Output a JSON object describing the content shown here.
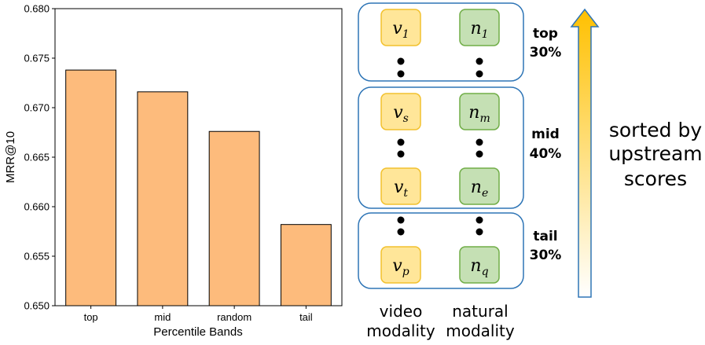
{
  "chart_data": {
    "type": "bar",
    "categories": [
      "top",
      "mid",
      "random",
      "tail"
    ],
    "values": [
      0.6738,
      0.6716,
      0.6676,
      0.6582
    ],
    "xlabel": "Percentile Bands",
    "ylabel": "MRR@10",
    "ylim": [
      0.65,
      0.68
    ],
    "yticks": [
      "0.650",
      "0.655",
      "0.660",
      "0.665",
      "0.670",
      "0.675",
      "0.680"
    ],
    "grid": false,
    "bar_color": "#FDBB7C",
    "bar_edge_color": "#000000"
  },
  "diagram": {
    "groups": [
      {
        "line1": "top",
        "line2": "30%"
      },
      {
        "line1": "mid",
        "line2": "40%"
      },
      {
        "line1": "tail",
        "line2": "30%"
      }
    ],
    "tokens": {
      "video": [
        {
          "base": "v",
          "sub": "1"
        },
        {
          "base": "v",
          "sub": "s"
        },
        {
          "base": "v",
          "sub": "t"
        },
        {
          "base": "v",
          "sub": "p"
        }
      ],
      "natural": [
        {
          "base": "n",
          "sub": "1"
        },
        {
          "base": "n",
          "sub": "m"
        },
        {
          "base": "n",
          "sub": "e"
        },
        {
          "base": "n",
          "sub": "q"
        }
      ]
    },
    "columns": [
      {
        "line1": "video",
        "line2": "modality"
      },
      {
        "line1": "natural",
        "line2": "modality"
      }
    ],
    "arrow_label": [
      "sorted by",
      "upstream",
      "scores"
    ],
    "colors": {
      "video_fill": "#FFE699",
      "video_stroke": "#F2C12E",
      "natural_fill": "#C5E0B4",
      "natural_stroke": "#70AD47",
      "group_stroke": "#2E75B6",
      "arrow_top": "#FFC000",
      "arrow_bottom": "#FFFFFF"
    }
  }
}
